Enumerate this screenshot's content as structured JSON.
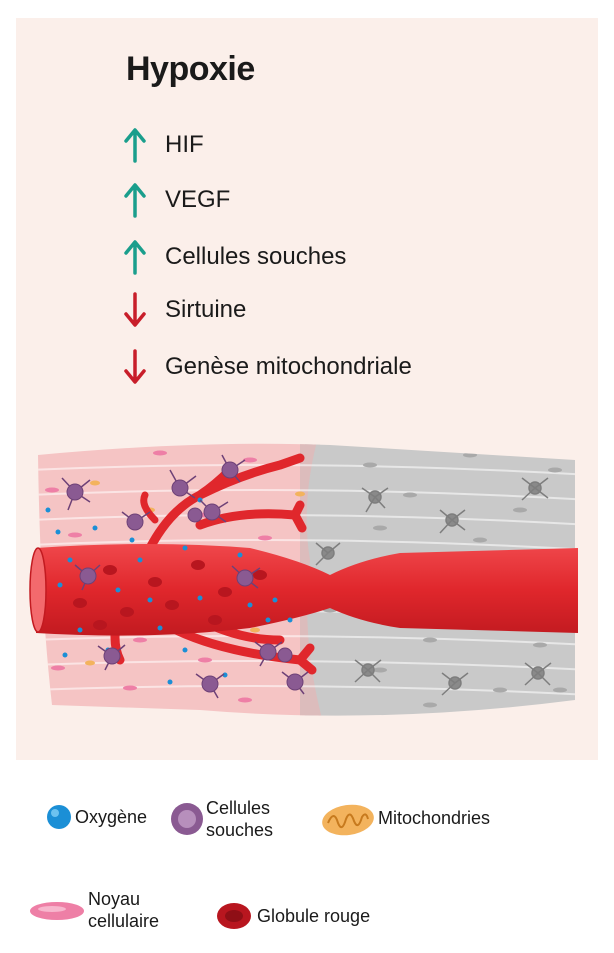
{
  "title": "Hypoxie",
  "effects": [
    {
      "label": "HIF",
      "direction": "up"
    },
    {
      "label": "VEGF",
      "direction": "up"
    },
    {
      "label": "Cellules souches",
      "direction": "up"
    },
    {
      "label": "Sirtuine",
      "direction": "down"
    },
    {
      "label": "Genèse mitochondriale",
      "direction": "down"
    }
  ],
  "colors": {
    "up_arrow": "#1a9e8c",
    "down_arrow": "#c81e2a",
    "vessel": "#e0272c",
    "hypoxic_tissue": "#f5c4c4",
    "normoxic_tissue": "#c9c9c9",
    "oxygen": "#1b8fd6",
    "stem_cell": "#8a5a92",
    "red_cell": "#b8161f",
    "nucleus": "#ee7fa6",
    "mitochondria": "#f3b35d"
  },
  "legend": {
    "oxygen": "Oxygène",
    "stem_cells_1": "Cellules",
    "stem_cells_2": "souches",
    "mitochondria": "Mitochondries",
    "nucleus_1": "Noyau",
    "nucleus_2": "cellulaire",
    "red_cell": "Globule rouge"
  }
}
